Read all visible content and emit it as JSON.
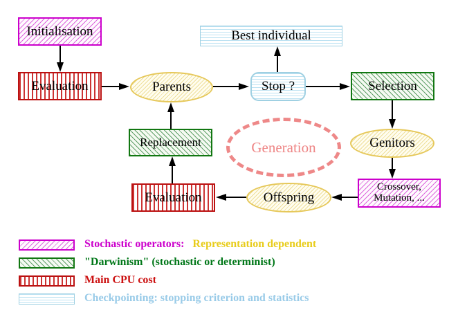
{
  "nodes": {
    "initialisation": "Initialisation",
    "evaluation_top": "Evaluation",
    "parents": "Parents",
    "best_individual": "Best individual",
    "stop": "Stop ?",
    "selection": "Selection",
    "replacement": "Replacement",
    "generation": "Generation",
    "genitors": "Genitors",
    "evaluation_bottom": "Evaluation",
    "offspring": "Offspring",
    "crossover_line1": "Crossover,",
    "crossover_line2": "Mutation, ..."
  },
  "legend": {
    "items": [
      {
        "pattern": "magenta-diagonal-hatch",
        "label": "Stochastic operators:",
        "label2": "Representation dependent",
        "label_color": "#cc00cc",
        "label2_color": "#e8cc1a"
      },
      {
        "pattern": "green-diagonal-hatch",
        "label": "\"Darwinism\" (stochastic or determinist)",
        "label_color": "#007718"
      },
      {
        "pattern": "red-vertical-stripes",
        "label": "Main CPU cost",
        "label_color": "#cc1111"
      },
      {
        "pattern": "cyan-horizontal-stripes",
        "label": "Checkpointing: stopping criterion and statistics",
        "label_color": "#99cbe8"
      }
    ]
  },
  "colors": {
    "magenta": "#cc00cc",
    "red": "#bb1111",
    "green": "#117711",
    "cyan": "#9fd0e2",
    "yellow": "#e6c85a",
    "pink_dashed": "#ee8888",
    "arrow": "#000000",
    "background": "#ffffff"
  }
}
